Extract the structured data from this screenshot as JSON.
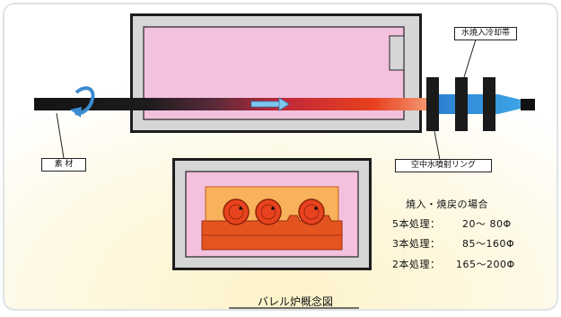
{
  "labels": {
    "material": "素 材",
    "cooling_section": "水焼入冷却帯",
    "water_ring": "空中水噴射リング"
  },
  "processing": {
    "heading": "焼入・焼戻の場合",
    "rows": [
      {
        "label": "5本処理：",
        "range": "20～ 80Φ"
      },
      {
        "label": "3本処理：",
        "range": "85～160Φ"
      },
      {
        "label": "2本処理：",
        "range": "165～200Φ"
      }
    ]
  },
  "caption": "バレル炉概念図",
  "colors": {
    "furnace_wall": "#d9d9d9",
    "furnace_interior": "#f4c3df",
    "bar_hot": "#e73a1f",
    "bar_cold": "#151515",
    "water_spray": "#2a86cf",
    "background_glow": "#fdf6d8"
  },
  "icons": {
    "rotation": "rotation-arrow-icon",
    "travel": "travel-arrow-icon"
  }
}
